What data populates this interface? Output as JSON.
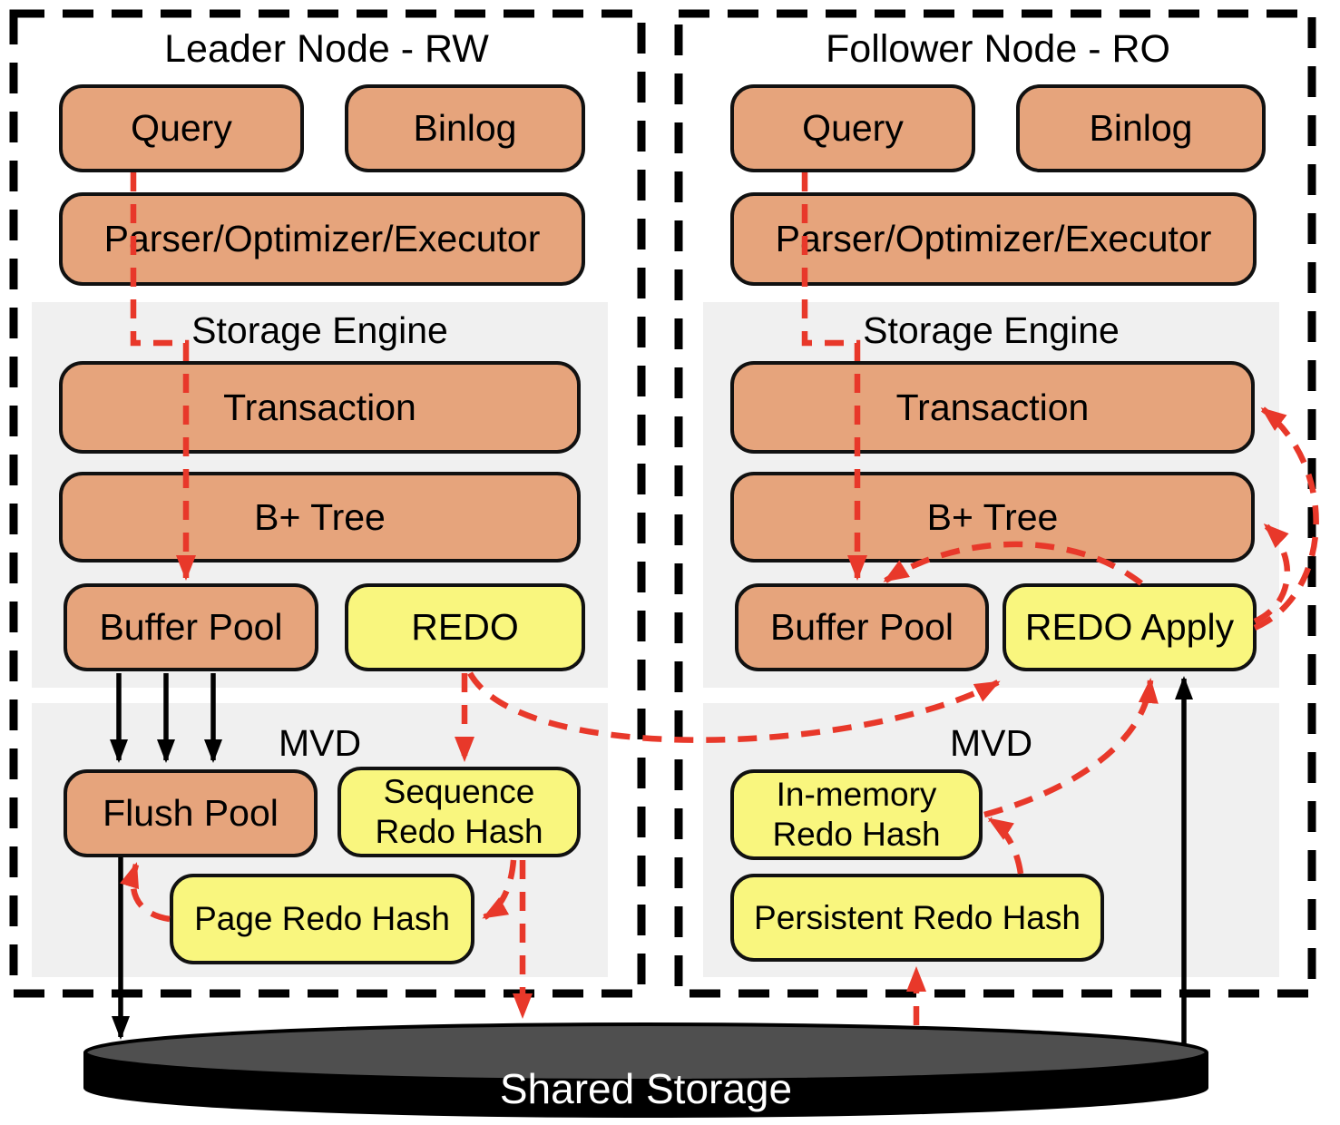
{
  "colors": {
    "box_orange": "#E6A47C",
    "box_yellow": "#F9F67E",
    "section_gray": "#F0F0F0",
    "arrow_red": "#E8382A",
    "arrow_black": "#000000",
    "cylinder_top": "#4F4F4F",
    "cylinder_body": "#000000"
  },
  "leader": {
    "title": "Leader Node - RW",
    "query": "Query",
    "binlog": "Binlog",
    "parser": "Parser/Optimizer/Executor",
    "storage_engine_label": "Storage Engine",
    "transaction": "Transaction",
    "btree": "B+ Tree",
    "buffer_pool": "Buffer Pool",
    "redo": "REDO",
    "mvd_label": "MVD",
    "flush_pool": "Flush Pool",
    "sequence_redo_hash": "Sequence Redo Hash",
    "page_redo_hash": "Page Redo Hash"
  },
  "follower": {
    "title": "Follower Node - RO",
    "query": "Query",
    "binlog": "Binlog",
    "parser": "Parser/Optimizer/Executor",
    "storage_engine_label": "Storage Engine",
    "transaction": "Transaction",
    "btree": "B+ Tree",
    "buffer_pool": "Buffer Pool",
    "redo_apply": "REDO Apply",
    "mvd_label": "MVD",
    "in_memory_redo_hash": "In-memory Redo Hash",
    "persistent_redo_hash": "Persistent Redo Hash"
  },
  "shared_storage": {
    "label": "Shared Storage"
  },
  "edges": [
    {
      "from": "leader.query",
      "to": "leader.buffer_pool",
      "style": "red-dashed"
    },
    {
      "from": "leader.buffer_pool",
      "to": "leader.flush_pool",
      "style": "black-solid",
      "count": 3
    },
    {
      "from": "leader.flush_pool",
      "to": "shared_storage",
      "style": "black-solid"
    },
    {
      "from": "leader.page_redo_hash",
      "to": "leader.flush_pool",
      "style": "red-dashed"
    },
    {
      "from": "leader.redo",
      "to": "leader.sequence_redo_hash",
      "style": "red-dashed"
    },
    {
      "from": "leader.sequence_redo_hash",
      "to": "leader.page_redo_hash",
      "style": "red-dashed"
    },
    {
      "from": "leader.sequence_redo_hash",
      "to": "shared_storage",
      "style": "red-dashed"
    },
    {
      "from": "leader.redo",
      "to": "follower.redo_apply",
      "style": "red-dashed"
    },
    {
      "from": "follower.query",
      "to": "follower.buffer_pool",
      "style": "red-dashed"
    },
    {
      "from": "follower.redo_apply",
      "to": "follower.buffer_pool",
      "style": "red-dashed"
    },
    {
      "from": "follower.redo_apply",
      "to": "follower.btree",
      "style": "red-dashed"
    },
    {
      "from": "follower.redo_apply",
      "to": "follower.transaction",
      "style": "red-dashed"
    },
    {
      "from": "follower.in_memory_redo_hash",
      "to": "follower.redo_apply",
      "style": "red-dashed"
    },
    {
      "from": "follower.persistent_redo_hash",
      "to": "follower.in_memory_redo_hash",
      "style": "red-dashed"
    },
    {
      "from": "shared_storage",
      "to": "follower.persistent_redo_hash",
      "style": "red-dashed"
    },
    {
      "from": "shared_storage",
      "to": "follower.redo_apply",
      "style": "black-solid"
    }
  ]
}
